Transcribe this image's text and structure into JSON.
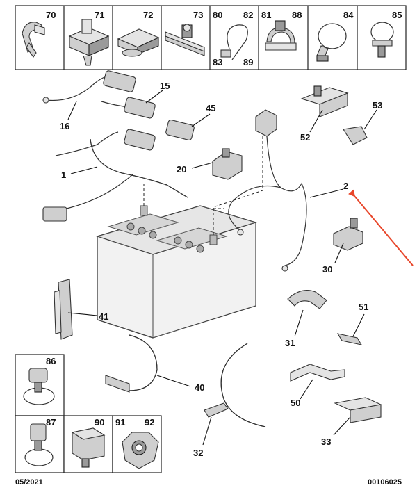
{
  "top_grid": {
    "cells": [
      {
        "labels": [
          "70"
        ]
      },
      {
        "labels": [
          "71"
        ]
      },
      {
        "labels": [
          "72"
        ]
      },
      {
        "labels": [
          "73"
        ]
      },
      {
        "labels": [
          "80",
          "82",
          "83",
          "89"
        ]
      },
      {
        "labels": [
          "81",
          "88"
        ]
      },
      {
        "labels": [
          "84"
        ]
      },
      {
        "labels": [
          "85"
        ]
      }
    ]
  },
  "left_grid": {
    "cells": [
      {
        "labels": [
          "86"
        ]
      },
      {
        "labels": [
          "87"
        ]
      },
      {
        "labels": [
          "90"
        ]
      },
      {
        "labels": [
          "91",
          "92"
        ]
      }
    ]
  },
  "callouts": [
    {
      "id": "15",
      "text": "15"
    },
    {
      "id": "16",
      "text": "16"
    },
    {
      "id": "45",
      "text": "45"
    },
    {
      "id": "1",
      "text": "1"
    },
    {
      "id": "20",
      "text": "20"
    },
    {
      "id": "52",
      "text": "52"
    },
    {
      "id": "53",
      "text": "53"
    },
    {
      "id": "2",
      "text": "2"
    },
    {
      "id": "30",
      "text": "30"
    },
    {
      "id": "41",
      "text": "41"
    },
    {
      "id": "31",
      "text": "31"
    },
    {
      "id": "51",
      "text": "51"
    },
    {
      "id": "40",
      "text": "40"
    },
    {
      "id": "50",
      "text": "50"
    },
    {
      "id": "32",
      "text": "32"
    },
    {
      "id": "33",
      "text": "33"
    }
  ],
  "footer": {
    "date": "05/2021",
    "reference": "00106025"
  },
  "colors": {
    "highlight_arrow": "#e8462a",
    "line": "#333333",
    "part_fill": "#cfcfcf"
  }
}
